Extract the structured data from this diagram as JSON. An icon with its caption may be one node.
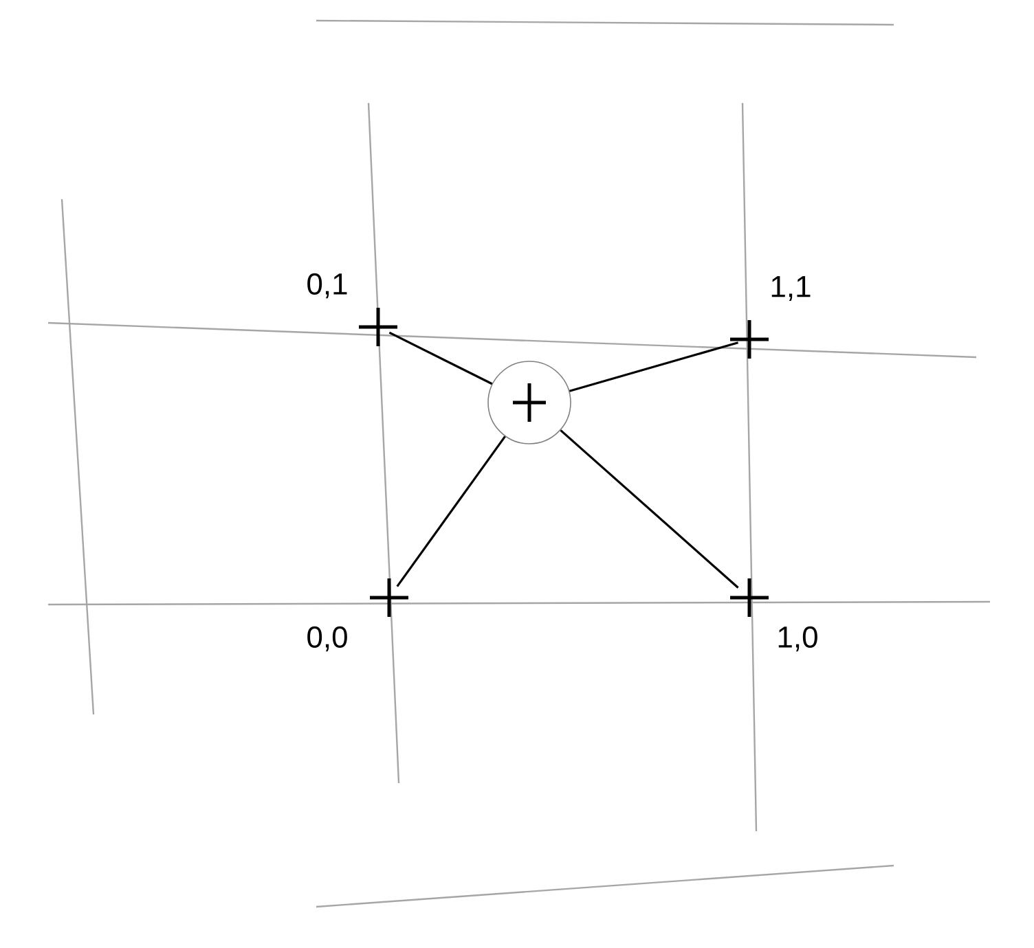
{
  "diagram": {
    "nodes": [
      {
        "text": [
          "0,1"
        ]
      },
      {
        "text": [
          "1,1"
        ]
      },
      {
        "text": [],
        "shape": "circle"
      },
      {
        "text": [
          "0,0"
        ]
      },
      {
        "text": [
          "1,0"
        ]
      }
    ],
    "edges": [
      {
        "from": 2,
        "to": 0,
        "arrow": "none"
      },
      {
        "from": 2,
        "to": 1,
        "arrow": "none"
      },
      {
        "from": 2,
        "to": 3,
        "arrow": "none"
      },
      {
        "from": 2,
        "to": 4,
        "arrow": "none"
      }
    ]
  }
}
